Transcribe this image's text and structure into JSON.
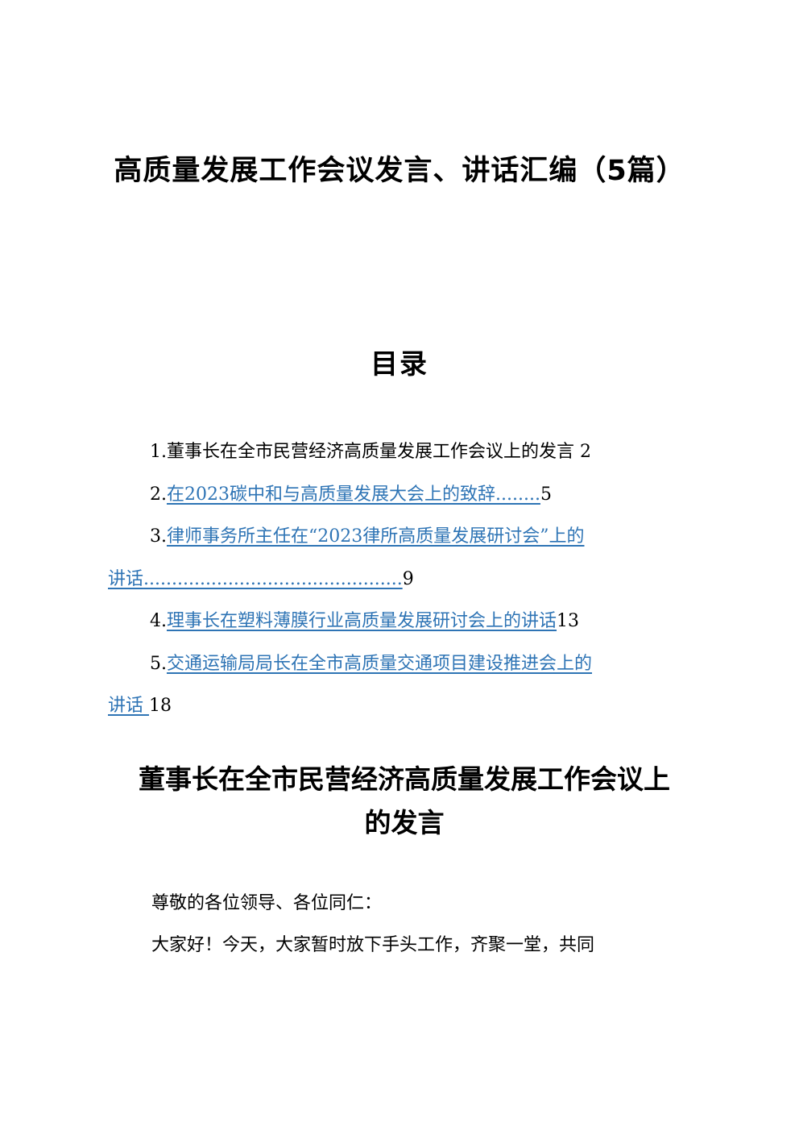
{
  "document": {
    "title": "高质量发展工作会议发言、讲话汇编（5篇）",
    "toc_heading": "目录",
    "toc": [
      {
        "num": "1.",
        "text": "董事长在全市民营经济高质量发展工作会议上的发言",
        "page": "2"
      },
      {
        "num": "2.",
        "text": "在2023碳中和与高质量发展大会上的致辞",
        "leader": "........",
        "page": "5"
      },
      {
        "num": "3.",
        "text": "律师事务所主任在“2023律所高质量发展研讨会”上的",
        "continuation": "讲话",
        "leader": "..............................................",
        "page": "9"
      },
      {
        "num": "4.",
        "text": "理事长在塑料薄膜行业高质量发展研讨会上的讲话",
        "page": "13"
      },
      {
        "num": "5.",
        "text": "交通运输局局长在全市高质量交通项目建设推进会上的",
        "continuation": "讲话",
        "page": "18"
      }
    ],
    "section_title_line1": "董事长在全市民营经济高质量发展工作会议上",
    "section_title_line2": "的发言",
    "salutation": "尊敬的各位领导、各位同仁：",
    "paragraph_start": "大家好！今天，大家暂时放下手头工作，齐聚一堂，共同"
  },
  "colors": {
    "link": "#2e74b5",
    "text": "#000000"
  }
}
